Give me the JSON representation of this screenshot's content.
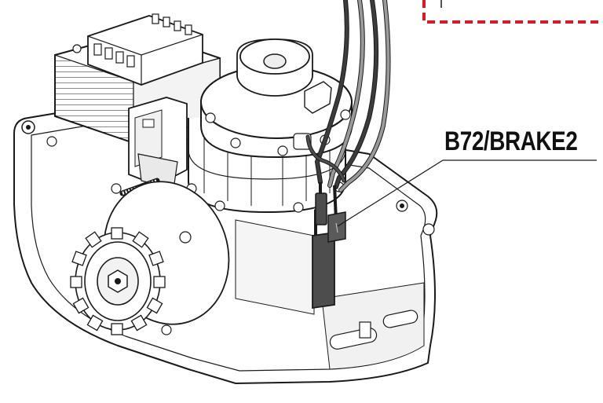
{
  "label": {
    "text": "B72/BRAKE2"
  },
  "colors": {
    "outline": "#1a1a1a",
    "body_fill": "#ffffff",
    "shadow_fill": "#e9e9e9",
    "connector": "#4d4d4d",
    "wire_dark": "#3c3c3c",
    "wire_gray": "#9a9a9a",
    "dashed_border": "#d8192a"
  },
  "icons": [
    "gate-motor-illustration",
    "brake-connector",
    "motor-housing",
    "transformer",
    "drive-gear"
  ]
}
